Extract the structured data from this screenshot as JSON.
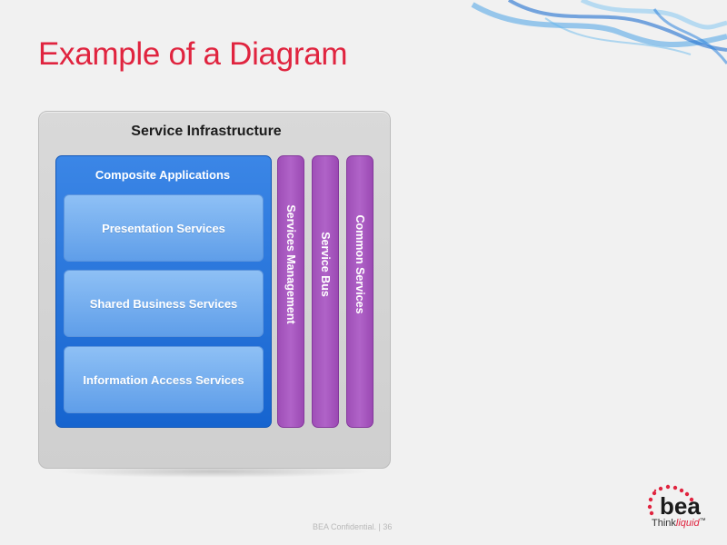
{
  "slide": {
    "title": "Example of a Diagram",
    "footer": "BEA Confidential.  |  36"
  },
  "diagram": {
    "outer_title": "Service Infrastructure",
    "composite_title": "Composite Applications",
    "services": [
      "Presentation Services",
      "Shared Business Services",
      "Information Access Services"
    ],
    "columns": [
      "Services Management",
      "Service Bus",
      "Common Services"
    ],
    "colors": {
      "blue": "#1b6ad6",
      "purple": "#a657bf",
      "title_red": "#e0243f"
    }
  },
  "logo": {
    "name": "bea",
    "think": "Think",
    "liquid": "liquid",
    "tm": "™"
  }
}
